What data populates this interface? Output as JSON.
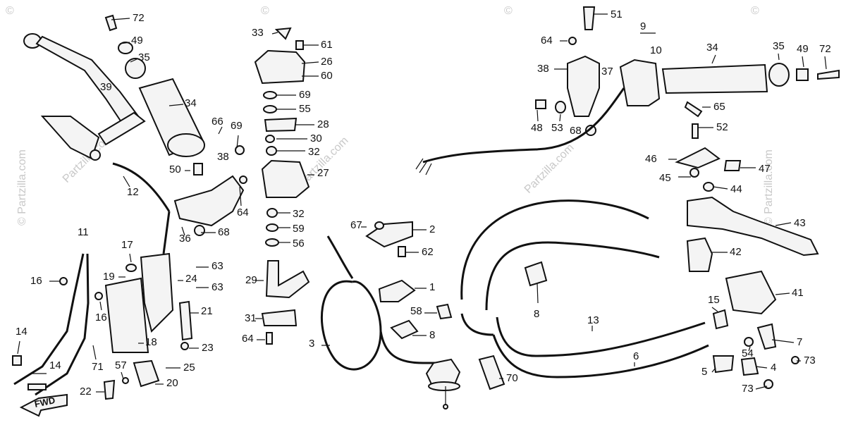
{
  "watermark": {
    "corner": "©",
    "side": "© Partzilla.com",
    "center": "Partzilla.com"
  },
  "fwd_marker": {
    "text": "FWD"
  },
  "callouts": [
    {
      "label": "72"
    },
    {
      "label": "49"
    },
    {
      "label": "35"
    },
    {
      "label": "34"
    },
    {
      "label": "39"
    },
    {
      "label": "12"
    },
    {
      "label": "66"
    },
    {
      "label": "69"
    },
    {
      "label": "38"
    },
    {
      "label": "50"
    },
    {
      "label": "64"
    },
    {
      "label": "36"
    },
    {
      "label": "68"
    },
    {
      "label": "33"
    },
    {
      "label": "61"
    },
    {
      "label": "26"
    },
    {
      "label": "60"
    },
    {
      "label": "69"
    },
    {
      "label": "55"
    },
    {
      "label": "28"
    },
    {
      "label": "30"
    },
    {
      "label": "32"
    },
    {
      "label": "27"
    },
    {
      "label": "32"
    },
    {
      "label": "59"
    },
    {
      "label": "56"
    },
    {
      "label": "29"
    },
    {
      "label": "31"
    },
    {
      "label": "64"
    },
    {
      "label": "11"
    },
    {
      "label": "16"
    },
    {
      "label": "17"
    },
    {
      "label": "19"
    },
    {
      "label": "24"
    },
    {
      "label": "63"
    },
    {
      "label": "63"
    },
    {
      "label": "16"
    },
    {
      "label": "21"
    },
    {
      "label": "18"
    },
    {
      "label": "14"
    },
    {
      "label": "71"
    },
    {
      "label": "14"
    },
    {
      "label": "57"
    },
    {
      "label": "23"
    },
    {
      "label": "25"
    },
    {
      "label": "22"
    },
    {
      "label": "20"
    },
    {
      "label": "3"
    },
    {
      "label": "67"
    },
    {
      "label": "2"
    },
    {
      "label": "62"
    },
    {
      "label": "1"
    },
    {
      "label": "58"
    },
    {
      "label": "8"
    },
    {
      "label": "70"
    },
    {
      "label": "51"
    },
    {
      "label": "9"
    },
    {
      "label": "10"
    },
    {
      "label": "64"
    },
    {
      "label": "38"
    },
    {
      "label": "37"
    },
    {
      "label": "34"
    },
    {
      "label": "35"
    },
    {
      "label": "49"
    },
    {
      "label": "72"
    },
    {
      "label": "65"
    },
    {
      "label": "48"
    },
    {
      "label": "53"
    },
    {
      "label": "68"
    },
    {
      "label": "52"
    },
    {
      "label": "46"
    },
    {
      "label": "47"
    },
    {
      "label": "45"
    },
    {
      "label": "44"
    },
    {
      "label": "43"
    },
    {
      "label": "42"
    },
    {
      "label": "8"
    },
    {
      "label": "41"
    },
    {
      "label": "15"
    },
    {
      "label": "13"
    },
    {
      "label": "7"
    },
    {
      "label": "54"
    },
    {
      "label": "6"
    },
    {
      "label": "73"
    },
    {
      "label": "5"
    },
    {
      "label": "4"
    },
    {
      "label": "73"
    }
  ]
}
